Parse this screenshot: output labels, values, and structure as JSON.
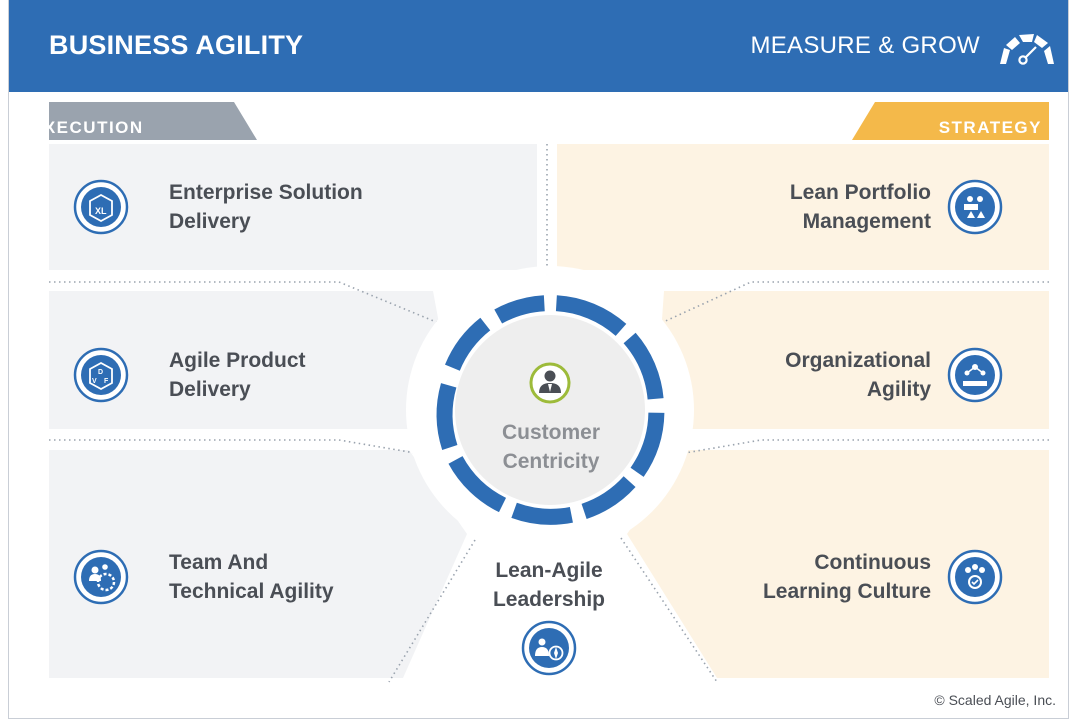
{
  "header": {
    "title": "BUSINESS AGILITY",
    "subtitle": "MEASURE & GROW",
    "gauge_icon": "gauge-icon"
  },
  "colors": {
    "header_blue": "#2e6db4",
    "icon_blue": "#2e6db4",
    "execution_tab": "#9aa3ae",
    "execution_panel": "#f2f3f5",
    "strategy_tab": "#f4b94a",
    "strategy_panel": "#fdf3e3",
    "center_ring": "#2e6db4",
    "center_fill": "#eeeeee",
    "customer_icon_ring": "#9dbb3a"
  },
  "execution": {
    "label": "EXECUTION",
    "items": [
      {
        "line1": "Enterprise Solution",
        "line2": "Delivery",
        "icon": "xl-cube-icon"
      },
      {
        "line1": "Agile Product",
        "line2": "Delivery",
        "icon": "dvf-cube-icon"
      },
      {
        "line1": "Team And",
        "line2": "Technical Agility",
        "icon": "team-gear-icon"
      }
    ]
  },
  "strategy": {
    "label": "STRATEGY",
    "items": [
      {
        "line1": "Lean Portfolio",
        "line2": "Management",
        "icon": "portfolio-icon"
      },
      {
        "line1": "Organizational",
        "line2": "Agility",
        "icon": "org-network-icon"
      },
      {
        "line1": "Continuous",
        "line2": "Learning Culture",
        "icon": "learning-group-icon"
      }
    ]
  },
  "center": {
    "line1": "Customer",
    "line2": "Centricity",
    "icon": "customer-person-icon"
  },
  "leadership": {
    "line1": "Lean-Agile",
    "line2": "Leadership",
    "icon": "leadership-compass-icon"
  },
  "footer": {
    "copyright": "© Scaled Agile, Inc."
  }
}
